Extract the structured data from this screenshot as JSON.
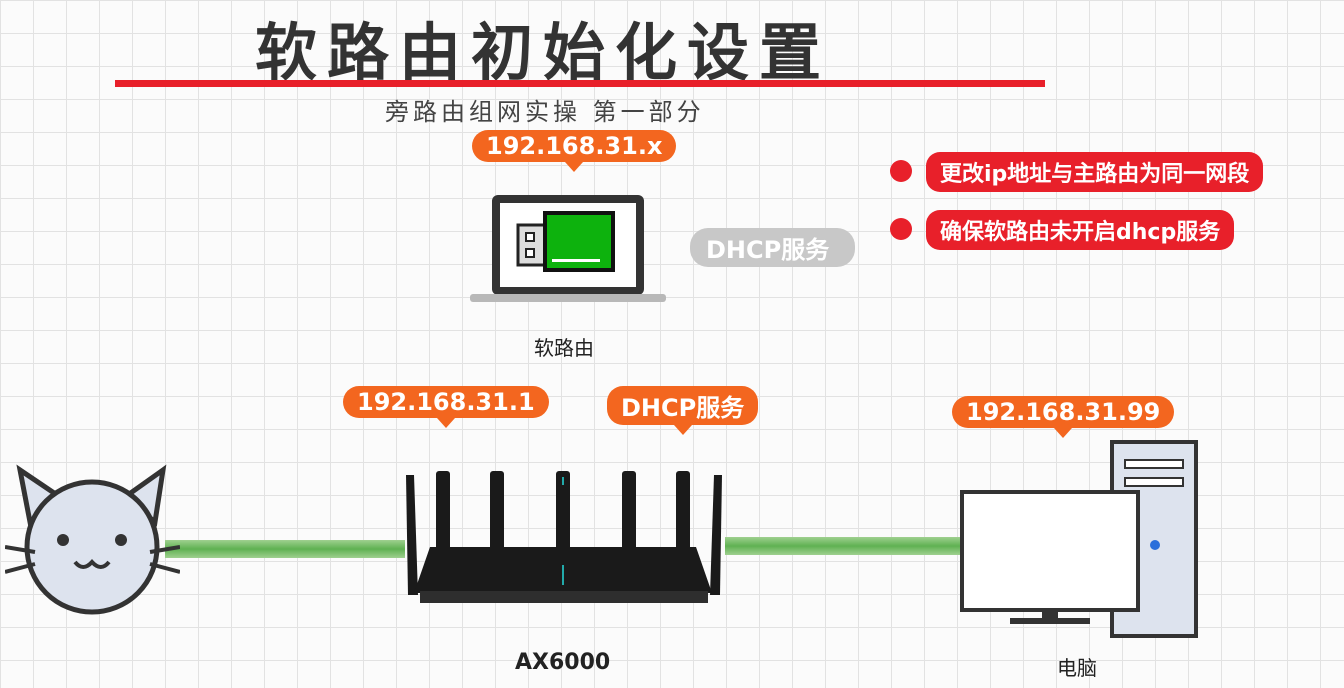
{
  "title": "软路由初始化设置",
  "subtitle": "旁路由组网实操 第一部分",
  "soft_router": {
    "ip": "192.168.31.x",
    "label": "软路由",
    "dhcp_label": "DHCP服务"
  },
  "bullets": [
    "更改ip地址与主路由为同一网段",
    "确保软路由未开启dhcp服务"
  ],
  "main_router": {
    "ip": "192.168.31.1",
    "dhcp_label": "DHCP服务",
    "label": "AX6000"
  },
  "pc": {
    "ip": "192.168.31.99",
    "label": "电脑"
  },
  "colors": {
    "accent": "#f3661f",
    "red": "#e8202a",
    "cable": "#5fb152"
  }
}
